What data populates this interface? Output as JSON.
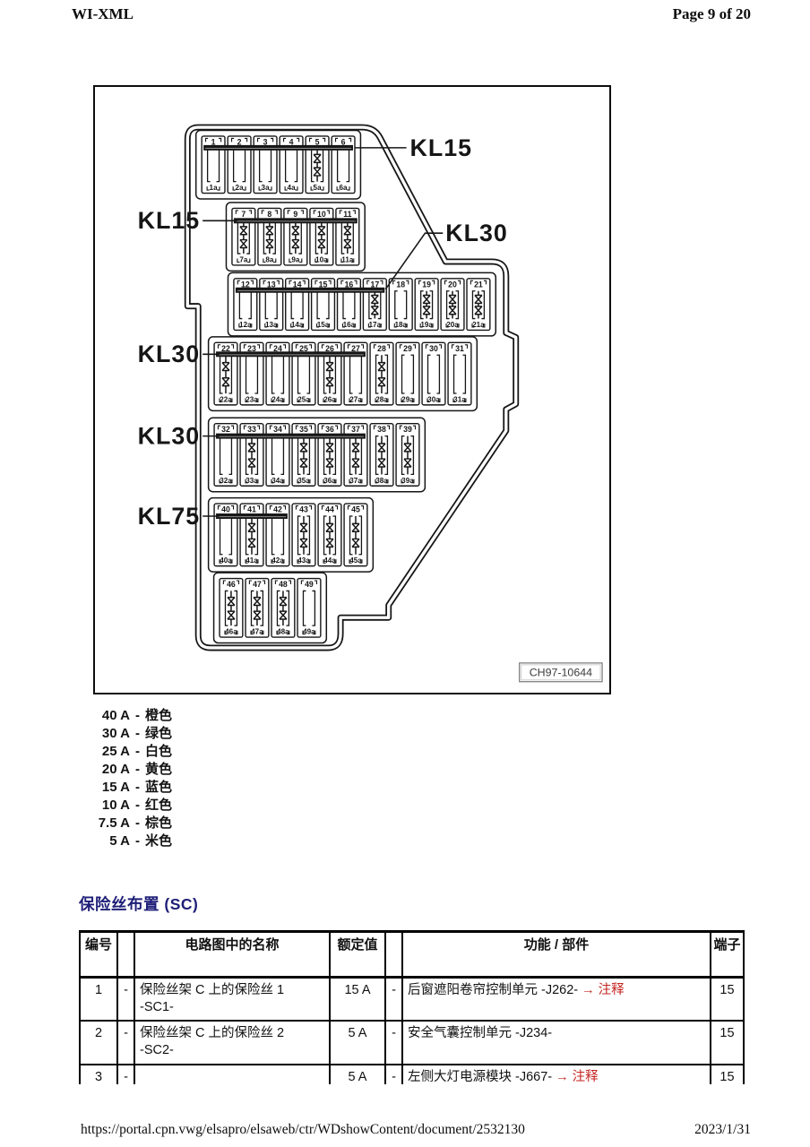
{
  "page": {
    "header_left": "WI-XML",
    "header_right": "Page 9 of 20",
    "footer_url": "https://portal.cpn.vwg/elsapro/elsaweb/ctr/WDshowContent/document/2532130",
    "footer_date": "2023/1/31"
  },
  "colors": {
    "section_title": "#1e1e78",
    "note_red": "#c42420",
    "diagram_ink": "#161616"
  },
  "diagram": {
    "figure_code": "CH97-10644",
    "rows": [
      {
        "label": "KL15",
        "bar": [
          "1",
          "6"
        ],
        "fuses": [
          {
            "t": "1",
            "b": "1a",
            "el": false
          },
          {
            "t": "2",
            "b": "2a",
            "el": false
          },
          {
            "t": "3",
            "b": "3a",
            "el": false
          },
          {
            "t": "4",
            "b": "4a",
            "el": false
          },
          {
            "t": "5",
            "b": "5a",
            "el": true
          },
          {
            "t": "6",
            "b": "6a",
            "el": false
          }
        ]
      },
      {
        "label": "KL15",
        "bar": [
          "7",
          "11"
        ],
        "fuses": [
          {
            "t": "7",
            "b": "7a",
            "el": true
          },
          {
            "t": "8",
            "b": "8a",
            "el": true
          },
          {
            "t": "9",
            "b": "9a",
            "el": true
          },
          {
            "t": "10",
            "b": "10a",
            "el": true
          },
          {
            "t": "11",
            "b": "11a",
            "el": true
          }
        ]
      },
      {
        "label": "KL30",
        "bar": [
          "12",
          "17"
        ],
        "fuses": [
          {
            "t": "12",
            "b": "12a",
            "el": false
          },
          {
            "t": "13",
            "b": "13a",
            "el": false
          },
          {
            "t": "14",
            "b": "14a",
            "el": false
          },
          {
            "t": "15",
            "b": "15a",
            "el": false
          },
          {
            "t": "16",
            "b": "16a",
            "el": false
          },
          {
            "t": "17",
            "b": "17a",
            "el": true
          },
          {
            "t": "18",
            "b": "18a",
            "el": false
          },
          {
            "t": "19",
            "b": "19a",
            "el": true
          },
          {
            "t": "20",
            "b": "20a",
            "el": true
          },
          {
            "t": "21",
            "b": "21a",
            "el": true
          }
        ]
      },
      {
        "label": "KL30",
        "bar": [
          "22",
          "27"
        ],
        "fuses": [
          {
            "t": "22",
            "b": "22a",
            "el": true
          },
          {
            "t": "23",
            "b": "23a",
            "el": false
          },
          {
            "t": "24",
            "b": "24a",
            "el": false
          },
          {
            "t": "25",
            "b": "25a",
            "el": false
          },
          {
            "t": "26",
            "b": "26a",
            "el": true
          },
          {
            "t": "27",
            "b": "27a",
            "el": false
          },
          {
            "t": "28",
            "b": "28a",
            "el": true
          },
          {
            "t": "29",
            "b": "29a",
            "el": false
          },
          {
            "t": "30",
            "b": "30a",
            "el": false
          },
          {
            "t": "31",
            "b": "31a",
            "el": false
          }
        ]
      },
      {
        "label": "KL30",
        "bar": [
          "32",
          "37"
        ],
        "fuses": [
          {
            "t": "32",
            "b": "32a",
            "el": false
          },
          {
            "t": "33",
            "b": "33a",
            "el": true
          },
          {
            "t": "34",
            "b": "34a",
            "el": false
          },
          {
            "t": "35",
            "b": "35a",
            "el": true
          },
          {
            "t": "36",
            "b": "36a",
            "el": true
          },
          {
            "t": "37",
            "b": "37a",
            "el": true
          },
          {
            "t": "38",
            "b": "38a",
            "el": true
          },
          {
            "t": "39",
            "b": "39a",
            "el": true
          }
        ]
      },
      {
        "label": "KL75",
        "bar": [
          "40",
          "42"
        ],
        "fuses": [
          {
            "t": "40",
            "b": "40a",
            "el": false
          },
          {
            "t": "41",
            "b": "41a",
            "el": true
          },
          {
            "t": "42",
            "b": "42a",
            "el": false
          },
          {
            "t": "43",
            "b": "43a",
            "el": true
          },
          {
            "t": "44",
            "b": "44a",
            "el": true
          },
          {
            "t": "45",
            "b": "45a",
            "el": true
          }
        ]
      },
      {
        "label": null,
        "bar": null,
        "fuses": [
          {
            "t": "46",
            "b": "46a",
            "el": true
          },
          {
            "t": "47",
            "b": "47a",
            "el": true
          },
          {
            "t": "48",
            "b": "48a",
            "el": true
          },
          {
            "t": "49",
            "b": "49a",
            "el": false
          }
        ]
      }
    ]
  },
  "legend": {
    "separator": "-",
    "items": [
      {
        "amp": "40 A",
        "name": "橙色"
      },
      {
        "amp": "30 A",
        "name": "绿色"
      },
      {
        "amp": "25 A",
        "name": "白色"
      },
      {
        "amp": "20 A",
        "name": "黄色"
      },
      {
        "amp": "15 A",
        "name": "蓝色"
      },
      {
        "amp": "10 A",
        "name": "红色"
      },
      {
        "amp": "7.5 A",
        "name": "棕色"
      },
      {
        "amp": "5 A",
        "name": "米色"
      }
    ]
  },
  "section": {
    "title": "保险丝布置 (SC)"
  },
  "table": {
    "headers": [
      "编号",
      "",
      "电路图中的名称",
      "额定值",
      "",
      "功能 / 部件",
      "端子"
    ],
    "note_arrow": "→",
    "note_label": "注释",
    "rows": [
      {
        "no": "1",
        "d1": "-",
        "name": "保险丝架 C 上的保险丝 1\n-SC1-",
        "rated": "15 A",
        "d2": "-",
        "func": "后窗遮阳卷帘控制单元 -J262-",
        "has_note": true,
        "terminal": "15"
      },
      {
        "no": "2",
        "d1": "-",
        "name": "保险丝架 C 上的保险丝 2\n-SC2-",
        "rated": "5 A",
        "d2": "-",
        "func": "安全气囊控制单元 -J234-",
        "has_note": false,
        "terminal": "15"
      },
      {
        "no": "3",
        "d1": "-",
        "name": "",
        "rated": "5 A",
        "d2": "-",
        "func": "左侧大灯电源模块 -J667-",
        "has_note": true,
        "terminal": "15"
      }
    ]
  }
}
